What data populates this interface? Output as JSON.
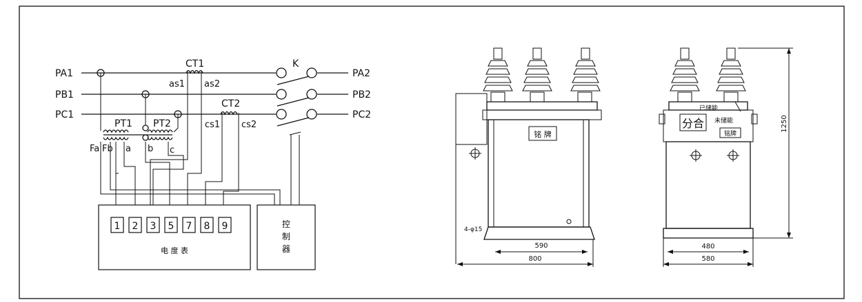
{
  "wiring": {
    "lines_left": [
      "PA1",
      "PB1",
      "PC1"
    ],
    "lines_right": [
      "PA2",
      "PB2",
      "PC2"
    ],
    "switch_label": "K",
    "ct1": "CT1",
    "ct2": "CT2",
    "as1": "as1",
    "as2": "as2",
    "cs1": "cs1",
    "cs2": "cs2",
    "pt1": "PT1",
    "pt2": "PT2",
    "fa": "Fa",
    "fb": "Fb",
    "pa": "a",
    "pb": "b",
    "pc": "c",
    "terminals": [
      "1",
      "2",
      "3",
      "5",
      "7",
      "8",
      "9"
    ],
    "meter_label": "电 度 表",
    "controller_label": [
      "控",
      "制",
      "器"
    ]
  },
  "front_view": {
    "nameplate": "铭 牌",
    "hole_note": "4-φ15",
    "dim_inner": "590",
    "dim_outer": "800"
  },
  "side_view": {
    "open_close": "分合",
    "energy_stored": "已储能",
    "energy_not_stored": "未储能",
    "nameplate": "铭牌",
    "dim_inner": "480",
    "dim_outer": "580",
    "height": "1250"
  }
}
